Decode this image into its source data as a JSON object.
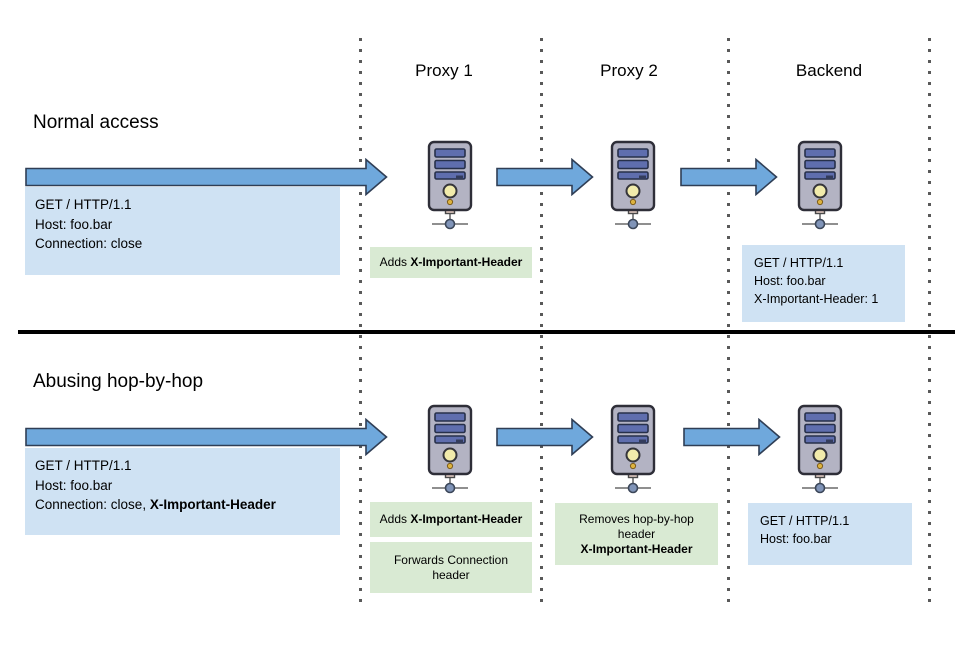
{
  "diagram": {
    "columns": [
      "Proxy 1",
      "Proxy 2",
      "Backend"
    ],
    "colors": {
      "arrow_fill": "#6fa8dc",
      "arrow_stroke": "#2f3e55",
      "note_blue": "#cfe2f3",
      "note_green": "#d9ead3",
      "lane_dot": "#595959",
      "divider": "#000000"
    },
    "normal": {
      "title": "Normal access",
      "client_request": [
        "GET / HTTP/1.1",
        "Host: foo.bar",
        "Connection: close"
      ],
      "proxy1_note_plain": "Adds ",
      "proxy1_note_bold": "X-Important-Header",
      "backend_request": [
        "GET / HTTP/1.1",
        "Host: foo.bar",
        "X-Important-Header: 1"
      ]
    },
    "abuse": {
      "title": "Abusing hop-by-hop",
      "client_request_line1": "GET / HTTP/1.1",
      "client_request_line2": "Host: foo.bar",
      "client_request_line3_plain": "Connection: close, ",
      "client_request_line3_bold": "X-Important-Header",
      "proxy1_note1_plain": "Adds ",
      "proxy1_note1_bold": "X-Important-Header",
      "proxy1_note2_line1": "Forwards Connection",
      "proxy1_note2_line2": "header",
      "proxy2_note_line1": "Removes hop-by-hop",
      "proxy2_note_line2": "header",
      "proxy2_note_line3_bold": "X-Important-Header",
      "backend_request": [
        "GET / HTTP/1.1",
        "Host: foo.bar"
      ]
    }
  }
}
